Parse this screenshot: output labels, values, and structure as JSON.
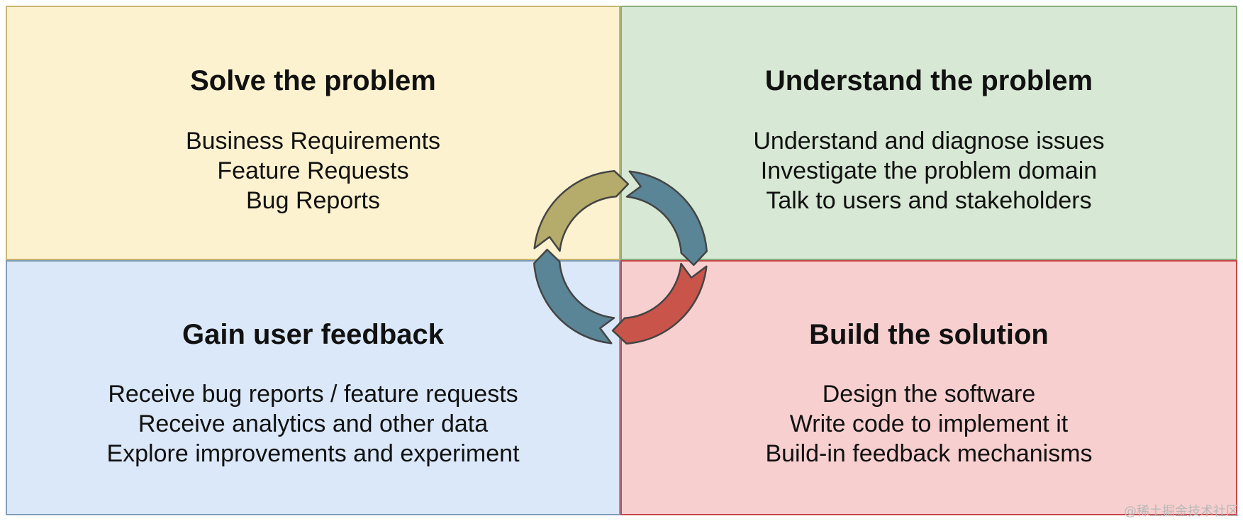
{
  "quadrants": {
    "solve": {
      "title": "Solve the problem",
      "lines": [
        "Business Requirements",
        "Feature Requests",
        "Bug Reports"
      ]
    },
    "understand": {
      "title": "Understand the problem",
      "lines": [
        "Understand and diagnose issues",
        "Investigate the problem domain",
        "Talk to users and stakeholders"
      ]
    },
    "gain": {
      "title": "Gain user feedback",
      "lines": [
        "Receive bug reports / feature requests",
        "Receive analytics and other data",
        "Explore improvements and experiment"
      ]
    },
    "build": {
      "title": "Build the solution",
      "lines": [
        "Design the software",
        "Write code to implement it",
        "Build-in feedback mechanisms"
      ]
    }
  },
  "cycle": {
    "arrow_colors": {
      "top_left": "#b5ab6a",
      "top_right": "#5a8597",
      "bottom_right": "#c8544a",
      "bottom_left": "#5a8597"
    },
    "outline_color": "#444444"
  },
  "watermark": "@稀土掘金技术社区"
}
